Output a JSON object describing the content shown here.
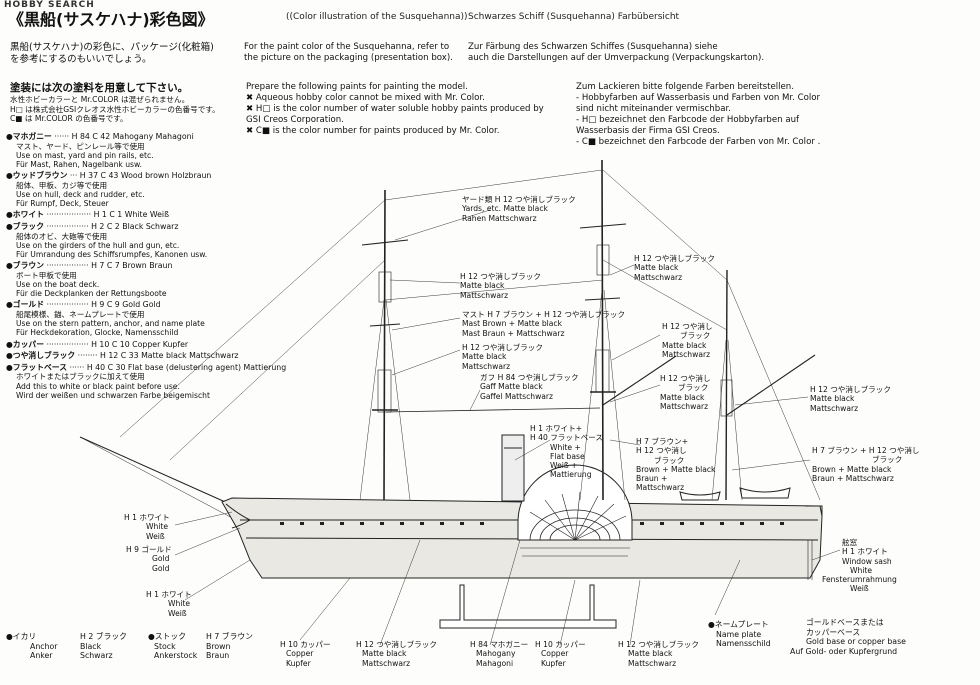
{
  "logo": "HOBBY SEARCH",
  "header": {
    "title_jp": "《黒船(サスケハナ)彩色図》",
    "title_en": "((Color illustration of the Susquehanna))",
    "title_de": "Schwarzes Schiff (Susquehanna) Farbübersicht"
  },
  "intro": {
    "jp": [
      "黒船(サスケハナ)の彩色に、パッケージ(化粧箱)",
      "を参考にするのもいいでしょう。"
    ],
    "en": [
      "For the paint color of the Susquehanna, refer to",
      "the picture on the packaging (presentation box)."
    ],
    "de": [
      "Zur Färbung des Schwarzen Schiffes (Susquehanna) siehe",
      "auch die Darstellungen auf der Umverpackung (Verpackungskarton)."
    ]
  },
  "prep": {
    "jp_head": "塗装には次の塗料を用意して下さい。",
    "jp_lines": [
      "水性ホビーカラーと Mr.COLOR は混ぜられません。",
      "H□ は株式会社GSIクレオス水性ホビーカラーの色番号です。",
      "C■ は Mr.COLOR の色番号です。"
    ],
    "en_lines": [
      "Prepare the following paints for painting the model.",
      "✖ Aqueous hobby color cannot be mixed with Mr. Color.",
      "✖ H□ is the color number of water soluble hobby paints produced by",
      "   GSI Creos Corporation.",
      "✖ C■ is the color number for paints produced by Mr. Color."
    ],
    "de_lines": [
      "Zum Lackieren bitte folgende Farben bereitstellen.",
      "- Hobbyfarben auf Wasserbasis    und Farben von Mr. Color",
      "   sind nicht miteinander vermischbar.",
      "- H□ bezeichnet den Farbcode der Hobbyfarben auf",
      "   Wasserbasis  der Firma GSI Creos.",
      "- C■ bezeichnet den Farbcode der Farben von Mr. Color ."
    ]
  },
  "legend": [
    {
      "jp": "●マホガニー",
      "code": "H 84 C 42",
      "name": "Mahogany  Mahagoni",
      "sub": [
        "マスト、ヤード、ピンレール等で使用",
        "Use on mast, yard and pin rails, etc.",
        "Für Mast, Rahen, Nagelbank usw."
      ]
    },
    {
      "jp": "●ウッドブラウン",
      "code": "H 37 C 43",
      "name": "Wood brown  Holzbraun",
      "sub": [
        "船体、甲板、カジ等で使用",
        "Use on hull, deck and rudder, etc.",
        "Für Rumpf, Deck, Steuer"
      ]
    },
    {
      "jp": "●ホワイト",
      "code": "H 1 C 1",
      "name": "White  Weiß",
      "sub": []
    },
    {
      "jp": "●ブラック",
      "code": "H 2 C 2",
      "name": "Black  Schwarz",
      "sub": [
        "船体のオビ、大砲等で使用",
        "Use on the girders of the hull and gun, etc.",
        "Für Umrandung des Schiffsrumpfes, Kanonen usw."
      ]
    },
    {
      "jp": "●ブラウン",
      "code": "H 7 C 7",
      "name": "Brown  Braun",
      "sub": [
        "ボート甲板で使用",
        "Use on the boat deck.",
        "Für die Deckplanken der Rettungsboote"
      ]
    },
    {
      "jp": "●ゴールド",
      "code": "H 9 C 9",
      "name": "Gold  Gold",
      "sub": [
        "船尾模様、錨、ネームプレートで使用",
        "Use on the stern pattern, anchor, and name plate",
        "Für Heckdekoration, Glocke, Namensschild"
      ]
    },
    {
      "jp": "●カッパー",
      "code": "H 10 C 10",
      "name": "Copper  Kupfer",
      "sub": []
    },
    {
      "jp": "●つや消しブラック",
      "code": "H 12 C 33",
      "name": "Matte black  Mattschwarz",
      "sub": []
    },
    {
      "jp": "●フラットベース",
      "code": "H 40 C 30",
      "name": "Flat base (delustering agent)  Mattierung",
      "sub": [
        "ホワイトまたはブラックに加えて使用",
        "Add this to white or black paint before use.",
        "Wird der weißen und schwarzen Farbe beigemischt"
      ]
    }
  ],
  "callouts": {
    "yards": [
      "ヤード類 H 12 つや消しブラック",
      "Yards, etc.  Matte black",
      "Rahen  Mattschwarz"
    ],
    "matte1": [
      "H 12 つや消しブラック",
      "Matte black",
      "Mattschwarz"
    ],
    "mast": [
      "マスト H 7 ブラウン + H 12 つや消しブラック",
      "Mast  Brown + Matte black",
      "Mast Braun + Mattschwarz"
    ],
    "matte2": [
      "H 12 つや消しブラック",
      "Matte black",
      "Mattschwarz"
    ],
    "gaff": [
      "ガフ  H 84 つや消しブラック",
      "Gaff  Matte black",
      "Gaffel  Mattschwarz"
    ],
    "matte_top": [
      "H 12 つや消しブラック",
      "Matte black",
      "Mattschwarz"
    ],
    "matte_r1": [
      "H 12 つや消し",
      "ブラック",
      "Matte black",
      "Mattschwarz"
    ],
    "matte_r2": [
      "H 12 つや消し",
      "ブラック",
      "Matte black",
      "Mattschwarz"
    ],
    "matte_r3": [
      "H 12 つや消しブラック",
      "Matte black",
      "Mattschwarz"
    ],
    "white_flat": [
      "H 1 ホワイト+",
      "H 40 フラットベース",
      "White +",
      "Flat base",
      "Weiß +",
      "Mattierung"
    ],
    "brown_black": [
      "H 7 ブラウン+",
      "H 12 つや消し",
      "ブラック",
      "Brown + Matte black",
      "Braun +",
      "Mattschwarz"
    ],
    "brown_black_r": [
      "H 7 ブラウン + H 12 つや消し",
      "ブラック",
      "Brown + Matte black",
      "Braun + Mattschwarz"
    ],
    "white_l": [
      "H 1 ホワイト",
      "White",
      "Weiß"
    ],
    "gold_l": [
      "H 9 ゴールド",
      "Gold",
      "Gold"
    ],
    "white_l2": [
      "H 1 ホワイト",
      "White",
      "Weiß"
    ],
    "window": [
      "舷窓",
      "H 1 ホワイト",
      "Window sash",
      "White",
      "Fensterumrahmung",
      "Weiß"
    ],
    "copper1": [
      "H 10 カッパー",
      "Copper",
      "Kupfer"
    ],
    "matte_b": [
      "H 12 つや消しブラック",
      "Matte black",
      "Mattschwarz"
    ],
    "mahog_b": [
      "H 84 マホガニー",
      "Mahogany",
      "Mahagoni"
    ],
    "copper2": [
      "H 10 カッパー",
      "Copper",
      "Kupfer"
    ],
    "matte_b2": [
      "H 12 つや消しブラック",
      "Matte black",
      "Mattschwarz"
    ]
  },
  "bottom": {
    "anchor": [
      "●イカリ",
      "Anchor",
      "Anker"
    ],
    "anchor_c": [
      "H 2 ブラック",
      "Black",
      "Schwarz"
    ],
    "stock": [
      "●ストック",
      "Stock",
      "Ankerstock"
    ],
    "stock_c": [
      "H 7 ブラウン",
      "Brown",
      "Braun"
    ],
    "nameplate": [
      "●ネームプレート",
      "Name plate",
      "Namensschild"
    ],
    "base": [
      "ゴールドベースまたは",
      "カッパーベース",
      "Gold base or copper base",
      "Auf Gold- oder Kupfergrund"
    ]
  },
  "colors": {
    "line": "#222222",
    "paper": "#fdfdfb"
  }
}
